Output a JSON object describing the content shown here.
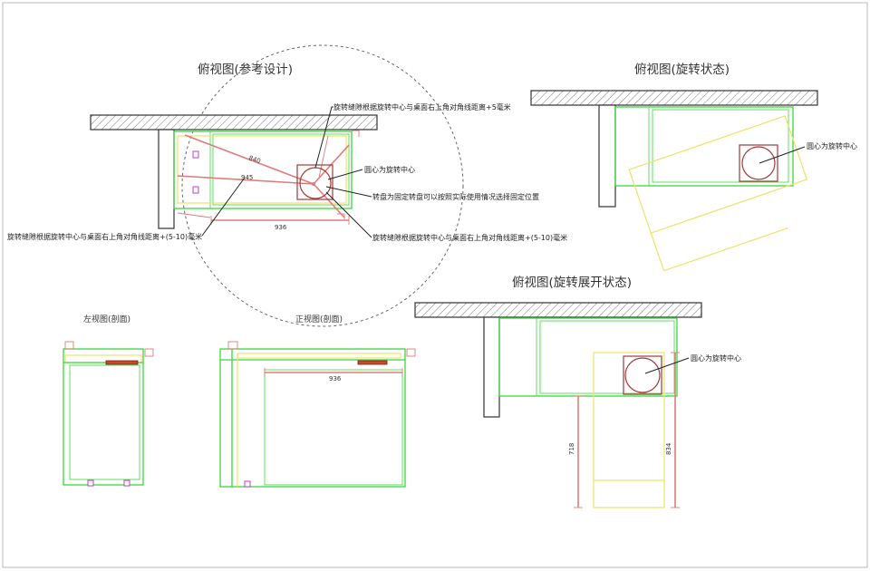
{
  "titles": {
    "top_ref": "俯视图(参考设计)",
    "top_rotating": "俯视图(旋转状态)",
    "top_expanded": "俯视图(旋转展开状态)",
    "left_section": "左视图(剖面)",
    "front_section": "正视图(剖面)"
  },
  "annotations": {
    "gap_5mm": "旋转缝隙根据旋转中心与桌面右上角对角线距离+5毫米",
    "circle_center": "圆心为旋转中心",
    "turntable": "转盘为固定转盘可以按照实际使用情况选择固定位置",
    "gap_5_10_right": "旋转缝隙根据旋转中心与桌面右上角对角线距离+(5-10)毫米",
    "gap_5_10_left": "旋转缝隙根据旋转中心与桌面右上角对角线距离+(5-10)毫米",
    "center_rotating": "圆心为旋转中心",
    "center_expanded": "圆心为旋转中心"
  },
  "dimensions": {
    "ref_840": "840",
    "ref_945": "945",
    "ref_936": "936",
    "front_936": "936",
    "exp_718": "718",
    "exp_834": "834"
  },
  "colors": {
    "cabinet": "#38d838",
    "rotating_top": "#ece36a",
    "dimension": "#e07b7b",
    "turntable": "#a03a3a"
  }
}
